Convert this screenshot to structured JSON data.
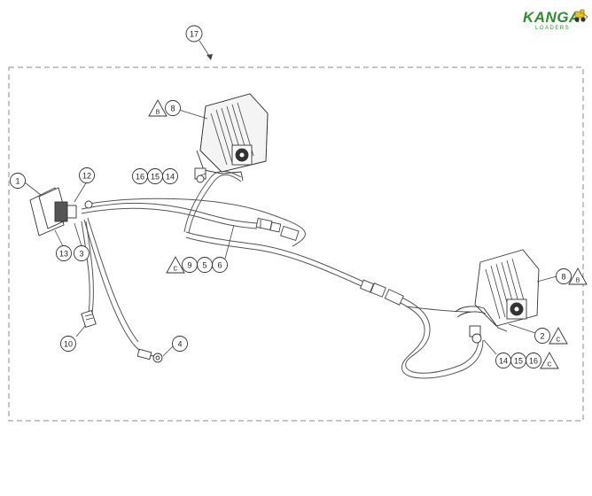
{
  "logo": {
    "main": "KANGA",
    "sub": "LOADERS",
    "color": "#2f8f2f",
    "accent": "#e8c21a"
  },
  "callouts": {
    "c1": "1",
    "c2": "2",
    "c3": "3",
    "c4": "4",
    "c5": "5",
    "c6": "6",
    "c8a": "8",
    "c8b": "8",
    "c9": "9",
    "c10": "10",
    "c12": "12",
    "c13": "13",
    "c14a": "14",
    "c14b": "14",
    "c15a": "15",
    "c15b": "15",
    "c16a": "16",
    "c16b": "16",
    "c17": "17"
  },
  "revision_flags": {
    "b1": "B",
    "b2": "B",
    "c1": "C",
    "c2": "C",
    "c3": "C"
  }
}
